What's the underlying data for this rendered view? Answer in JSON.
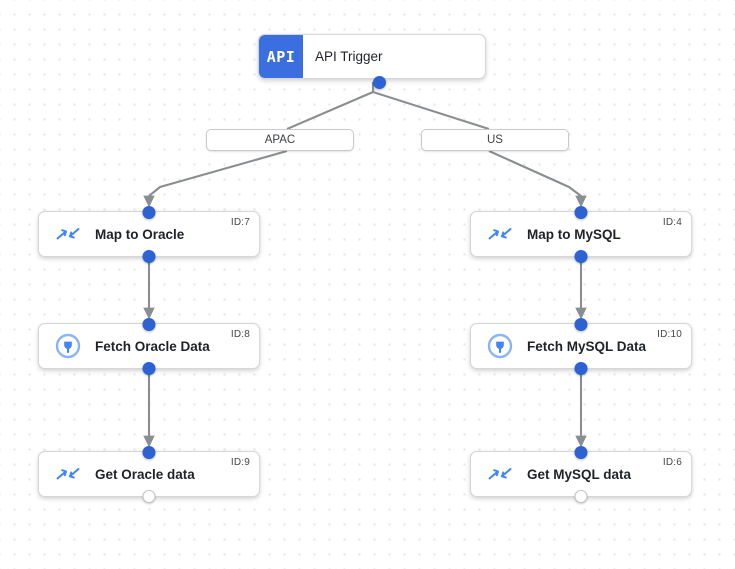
{
  "canvas": {
    "background_color": "#ffffff",
    "dot_color": "#e6e6e8",
    "accent_color": "#2d62d4",
    "trigger_badge_color": "#3b6fe0",
    "edge_color": "#8a8d91"
  },
  "trigger": {
    "badge_text": "API",
    "title": "API Trigger",
    "icon": "api-badge-icon",
    "output_port": "filled"
  },
  "branches": [
    {
      "label": "APAC",
      "side": "left"
    },
    {
      "label": "US",
      "side": "right"
    }
  ],
  "nodes": [
    {
      "id_label": "ID:7",
      "title": "Map to Oracle",
      "icon": "map-arrows-icon",
      "column": "left",
      "row": 1,
      "input_port": "filled",
      "output_port": "filled"
    },
    {
      "id_label": "ID:8",
      "title": "Fetch Oracle Data",
      "icon": "plug-circle-icon",
      "column": "left",
      "row": 2,
      "input_port": "filled",
      "output_port": "filled"
    },
    {
      "id_label": "ID:9",
      "title": "Get Oracle data",
      "icon": "map-arrows-icon",
      "column": "left",
      "row": 3,
      "input_port": "filled",
      "output_port": "hollow"
    },
    {
      "id_label": "ID:4",
      "title": "Map to MySQL",
      "icon": "map-arrows-icon",
      "column": "right",
      "row": 1,
      "input_port": "filled",
      "output_port": "filled"
    },
    {
      "id_label": "ID:10",
      "title": "Fetch MySQL Data",
      "icon": "plug-circle-icon",
      "column": "right",
      "row": 2,
      "input_port": "filled",
      "output_port": "filled"
    },
    {
      "id_label": "ID:6",
      "title": "Get MySQL data",
      "icon": "map-arrows-icon",
      "column": "right",
      "row": 3,
      "input_port": "filled",
      "output_port": "hollow"
    }
  ]
}
